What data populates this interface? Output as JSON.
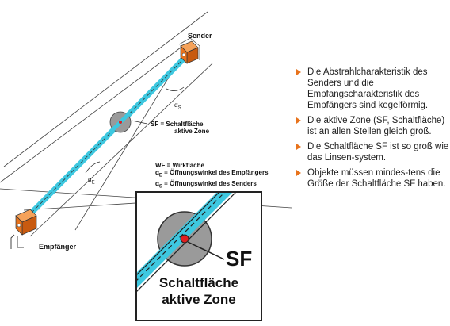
{
  "diagram": {
    "sender_label": "Sender",
    "receiver_label": "Empfänger",
    "sf_definition": {
      "abbr": "SF =",
      "line1": "Schaltfläche",
      "line2": "aktive Zone"
    },
    "legend": [
      {
        "symbol": "WF",
        "sub": "",
        "text": "= Wirkfläche"
      },
      {
        "symbol": "α",
        "sub": "E",
        "text": "= Öffnungswinkel des Empfängers"
      },
      {
        "symbol": "α",
        "sub": "S",
        "text": "= Öffnungswinkel des Senders"
      }
    ],
    "angle_sender": {
      "symbol": "α",
      "sub": "S"
    },
    "angle_receiver": {
      "symbol": "α",
      "sub": "E"
    }
  },
  "inset": {
    "sf_label": "SF",
    "caption_line1": "Schaltfläche",
    "caption_line2": "aktive Zone"
  },
  "bullets": [
    "Die Abstrahlcharakteristik des Senders und die Empfangscharakteristik des Empfängers sind kegelförmig.",
    "Die aktive Zone (SF, Schaltfläche) ist an allen Stellen gleich groß.",
    "Die Schaltfläche SF ist so groß wie das Linsen-system.",
    "Objekte müssen mindes-tens die Größe der Schaltfläche SF haben."
  ],
  "colors": {
    "beam": "#3ec8e0",
    "box": "#e8731c",
    "bullet": "#e8731c",
    "circle": "#9a9a9a",
    "dot": "#e02020"
  },
  "icons": {
    "bullet": "triangle-right-icon"
  }
}
